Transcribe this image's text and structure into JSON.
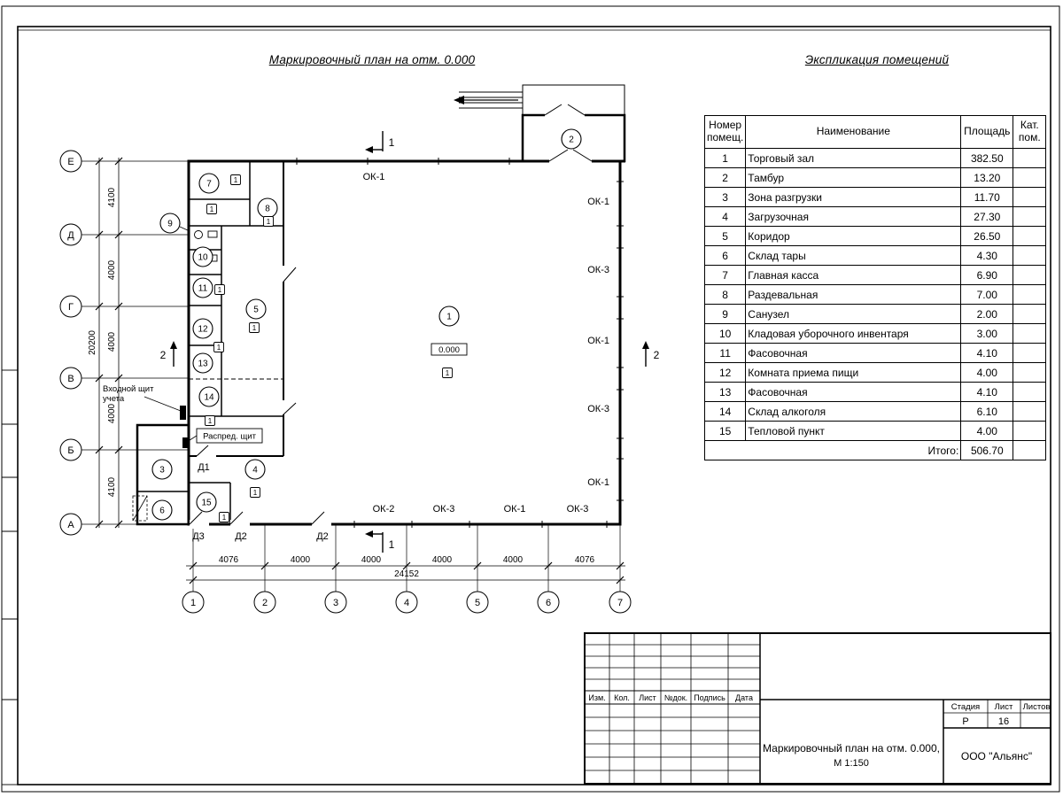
{
  "page": {
    "plan_title": "Маркировочный план на отм. 0.000",
    "table_title": "Экспликация помещений"
  },
  "room_table": {
    "col_number": "Номер помещ.",
    "col_name": "Наименование",
    "col_area": "Площадь",
    "col_cat": "Кат. пом.",
    "rows": [
      {
        "num": "1",
        "name": "Торговый зал",
        "area": "382.50"
      },
      {
        "num": "2",
        "name": "Тамбур",
        "area": "13.20"
      },
      {
        "num": "3",
        "name": "Зона разгрузки",
        "area": "11.70"
      },
      {
        "num": "4",
        "name": "Загрузочная",
        "area": "27.30"
      },
      {
        "num": "5",
        "name": "Коридор",
        "area": "26.50"
      },
      {
        "num": "6",
        "name": "Склад тары",
        "area": "4.30"
      },
      {
        "num": "7",
        "name": "Главная касса",
        "area": "6.90"
      },
      {
        "num": "8",
        "name": "Раздевальная",
        "area": "7.00"
      },
      {
        "num": "9",
        "name": "Санузел",
        "area": "2.00"
      },
      {
        "num": "10",
        "name": "Кладовая уборочного инвентаря",
        "area": "3.00"
      },
      {
        "num": "11",
        "name": "Фасовочная",
        "area": "4.10"
      },
      {
        "num": "12",
        "name": "Комната приема пищи",
        "area": "4.00"
      },
      {
        "num": "13",
        "name": "Фасовочная",
        "area": "4.10"
      },
      {
        "num": "14",
        "name": "Склад алкоголя",
        "area": "6.10"
      },
      {
        "num": "15",
        "name": "Тепловой пункт",
        "area": "4.00"
      }
    ],
    "total_label": "Итого:",
    "total_value": "506.70"
  },
  "plan": {
    "elevation": "0.000",
    "floor_mark": "1",
    "grid_rows": [
      "Е",
      "Д",
      "Г",
      "В",
      "Б",
      "А"
    ],
    "grid_cols": [
      "1",
      "2",
      "3",
      "4",
      "5",
      "6",
      "7"
    ],
    "v_dims": [
      "4100",
      "4000",
      "4000",
      "4000",
      "4100"
    ],
    "v_total": "20200",
    "h_dims": [
      "4076",
      "4000",
      "4000",
      "4000",
      "4000",
      "4076"
    ],
    "h_total": "24152",
    "rooms": [
      "1",
      "2",
      "3",
      "4",
      "5",
      "6",
      "7",
      "8",
      "9",
      "10",
      "11",
      "12",
      "13",
      "14",
      "15"
    ],
    "windows": {
      "top": "ОК-1",
      "right": [
        "ОК-1",
        "ОК-3",
        "ОК-1",
        "ОК-3",
        "ОК-1"
      ],
      "bottom": [
        "ОК-2",
        "ОК-3",
        "ОК-1",
        "ОК-3"
      ]
    },
    "doors": {
      "d1": "Д1",
      "d2": "Д2",
      "d3": "Д3"
    },
    "sections": {
      "s1": "1",
      "s2": "2"
    },
    "notes": {
      "entry_board_line1": "Входной щит",
      "entry_board_line2": "учета",
      "distribution_board": "Распред. щит"
    }
  },
  "title_block": {
    "cols": [
      "Изм.",
      "Кол.",
      "Лист",
      "№док.",
      "Подпись",
      "Дата"
    ],
    "stage_label": "Стадия",
    "sheet_label": "Лист",
    "sheets_label": "Листов",
    "stage_value": "Р",
    "sheet_value": "16",
    "doc_title_line1": "Маркировочный план на отм. 0.000,",
    "doc_title_line2": "М 1:150",
    "company": "ООО \"Альянс\""
  }
}
